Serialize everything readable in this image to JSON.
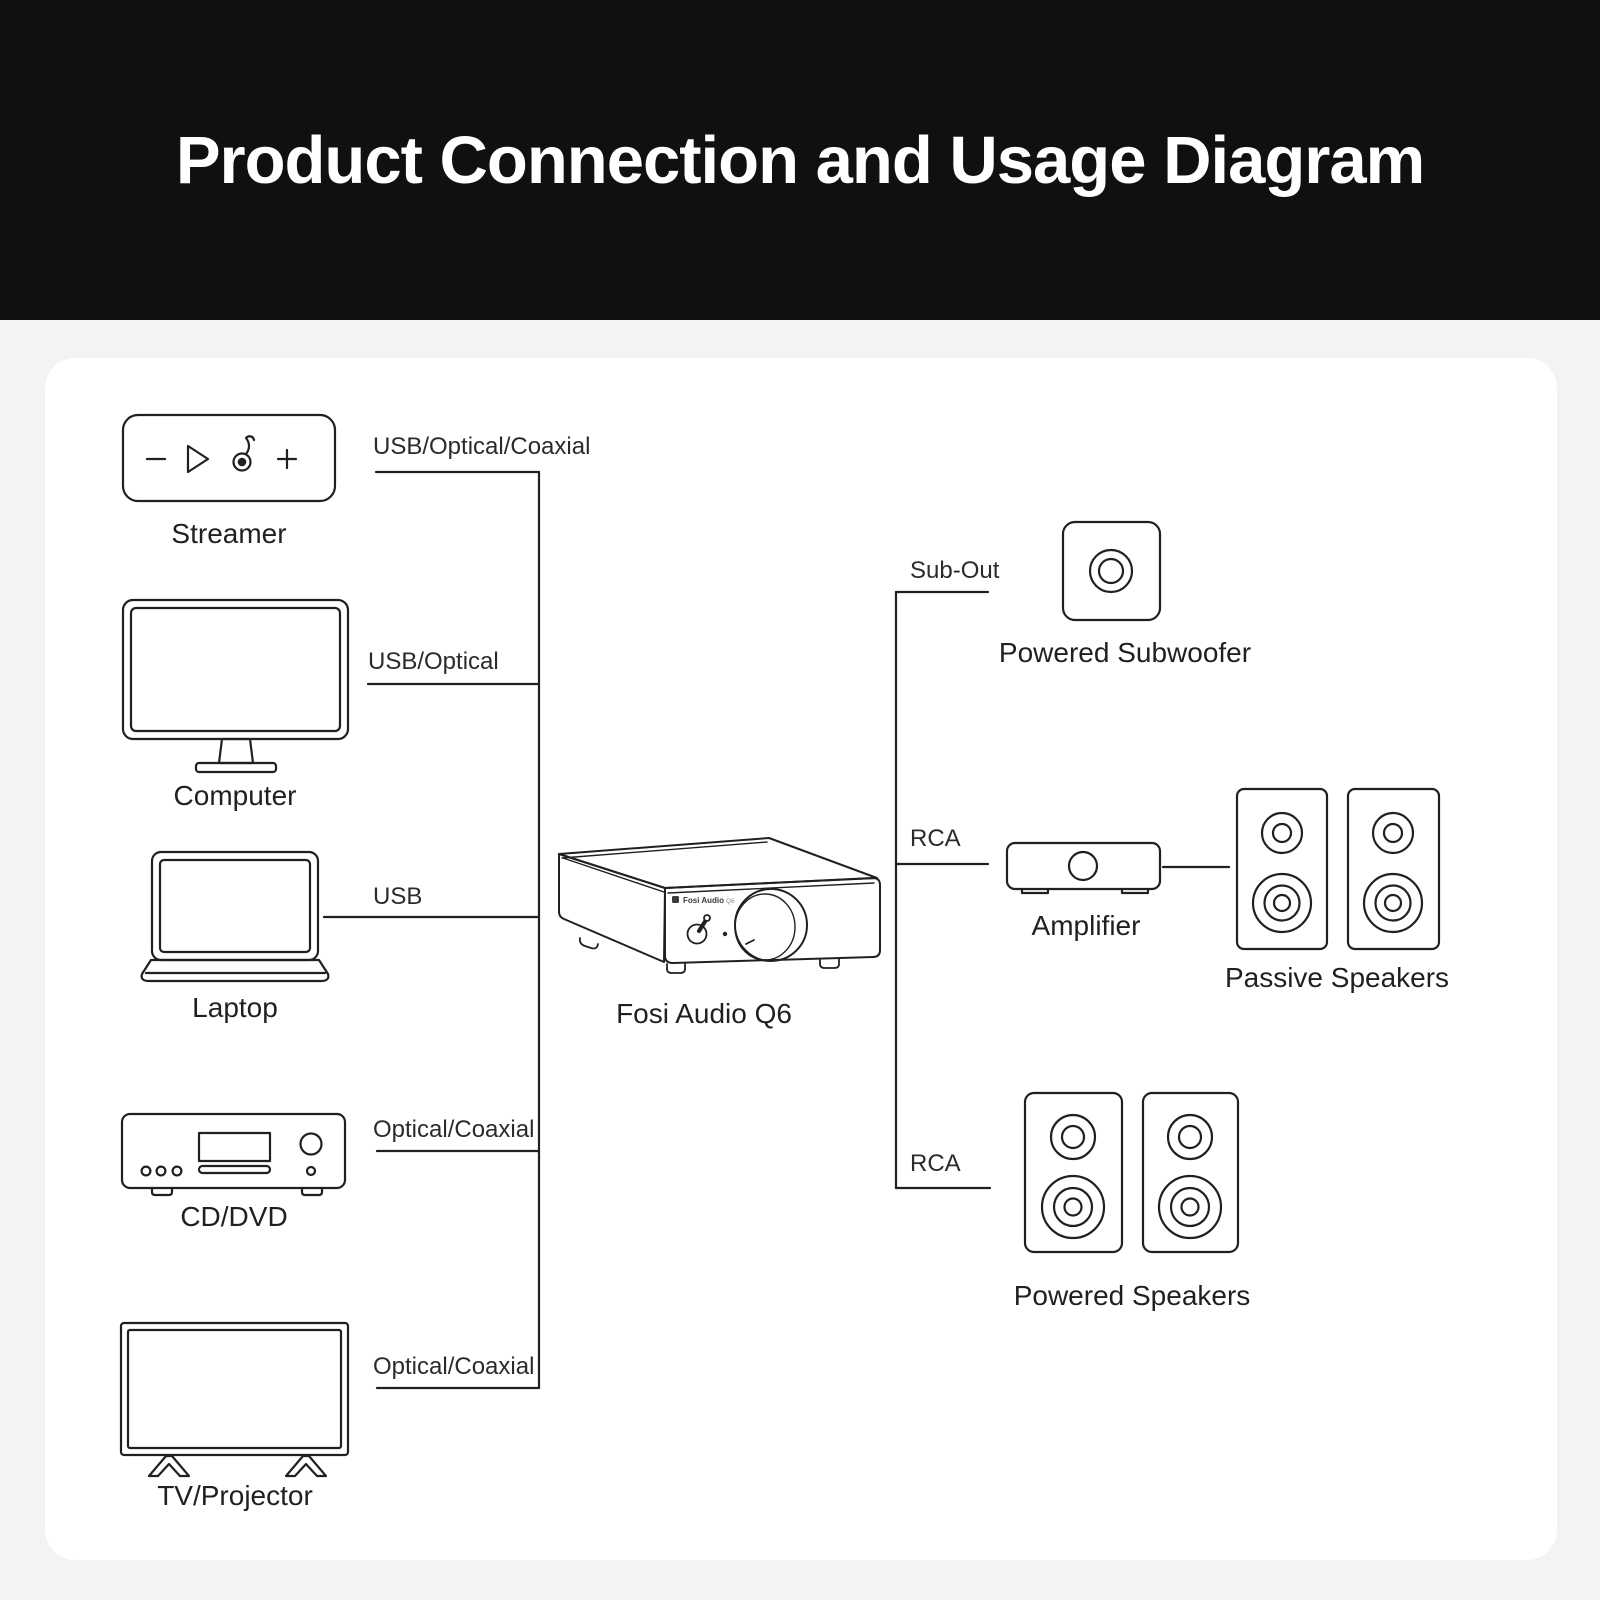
{
  "title": "Product Connection and Usage Diagram",
  "colors": {
    "header_bg": "#101010",
    "title_text": "#ffffff",
    "page_bg": "#f3f3f4",
    "card_bg": "#ffffff",
    "line": "#231f20",
    "label_text": "#231f20"
  },
  "center_device": {
    "label": "Fosi Audio Q6",
    "panel_brand": "Fosi Audio",
    "panel_model": "Q6"
  },
  "sources": [
    {
      "label": "Streamer",
      "connection": "USB/Optical/Coaxial"
    },
    {
      "label": "Computer",
      "connection": "USB/Optical"
    },
    {
      "label": "Laptop",
      "connection": "USB"
    },
    {
      "label": "CD/DVD",
      "connection": "Optical/Coaxial"
    },
    {
      "label": "TV/Projector",
      "connection": "Optical/Coaxial"
    }
  ],
  "outputs": [
    {
      "label": "Powered Subwoofer",
      "connection": "Sub-Out"
    },
    {
      "label": "Amplifier",
      "connection": "RCA"
    },
    {
      "label": "Passive Speakers"
    },
    {
      "label": "Powered Speakers",
      "connection": "RCA"
    }
  ]
}
